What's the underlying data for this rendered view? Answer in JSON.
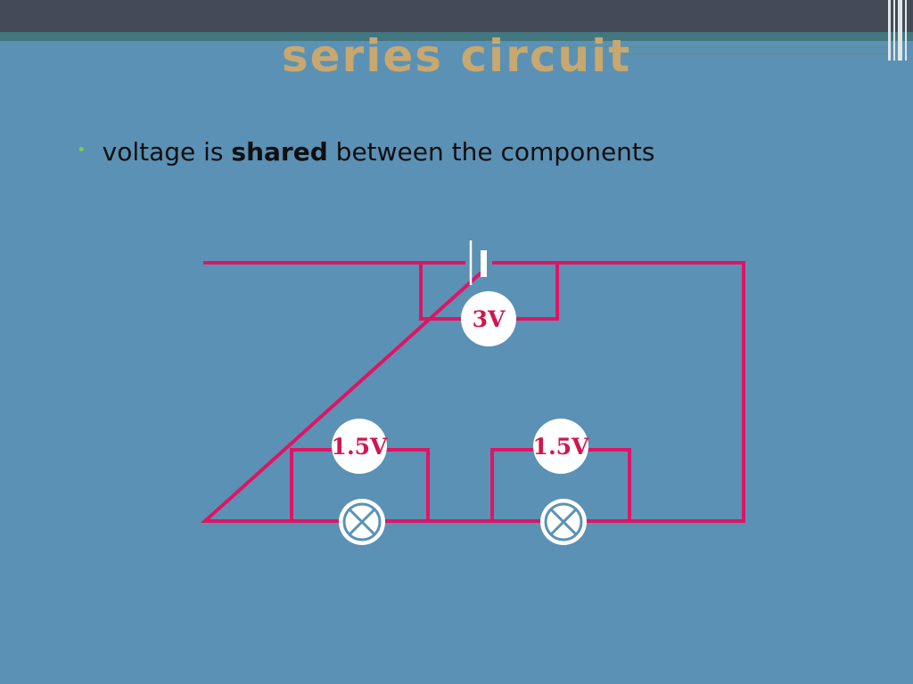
{
  "slide": {
    "title": "series circuit",
    "bullet": {
      "prefix": "voltage is ",
      "emphasis": "shared",
      "suffix": " between the components"
    }
  },
  "circuit": {
    "battery_meter": {
      "label": "3V"
    },
    "bulb_meters": [
      {
        "label": "1.5V"
      },
      {
        "label": "1.5V"
      }
    ],
    "colors": {
      "wire": "#de1565",
      "meter_fill": "#ffffff",
      "label": "#d01650"
    }
  },
  "colors": {
    "background": "#5b91b5",
    "title": "#c8a86e",
    "bullet_marker": "#78d046",
    "top_band": "#434a58"
  }
}
